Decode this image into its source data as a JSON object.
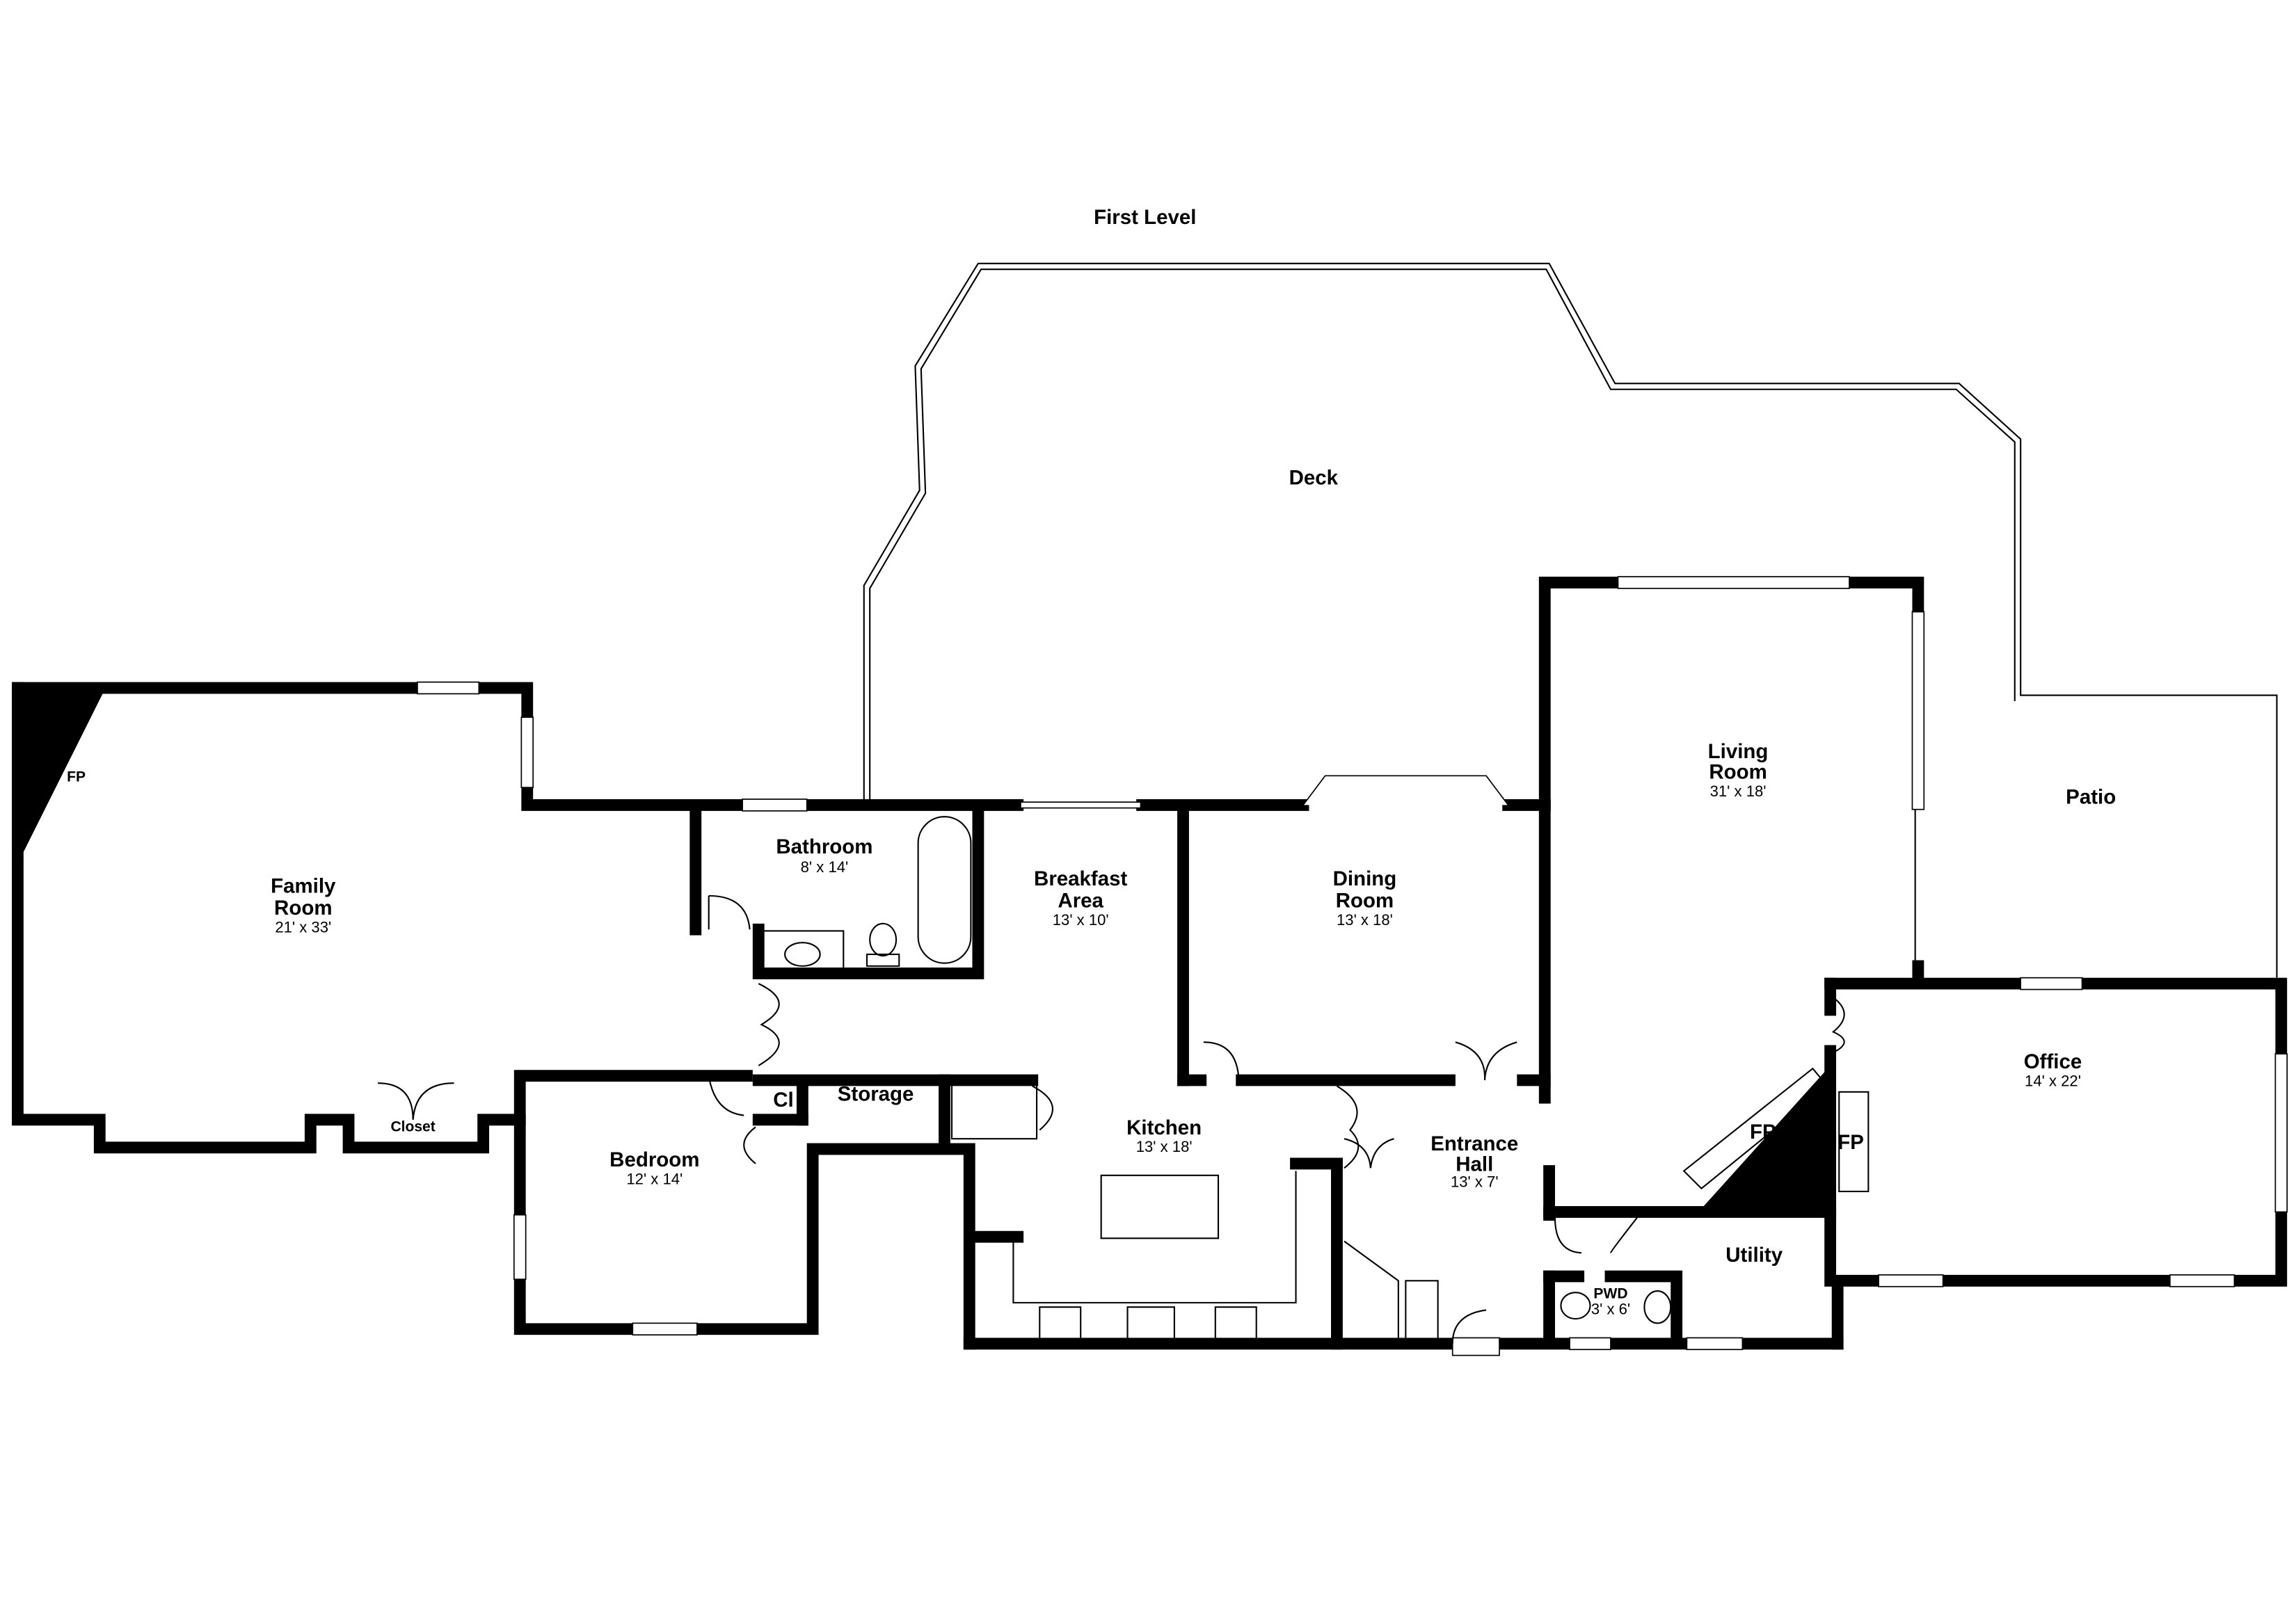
{
  "title": "First Level",
  "rooms": {
    "deck": {
      "name": "Deck"
    },
    "patio": {
      "name": "Patio"
    },
    "family_room": {
      "name_line1": "Family",
      "name_line2": "Room",
      "size": "21' x 33'"
    },
    "bathroom": {
      "name": "Bathroom",
      "size": "8' x 14'"
    },
    "breakfast_area": {
      "name_line1": "Breakfast",
      "name_line2": "Area",
      "size": "13' x 10'"
    },
    "dining_room": {
      "name_line1": "Dining",
      "name_line2": "Room",
      "size": "13' x 18'"
    },
    "living_room": {
      "name_line1": "Living",
      "name_line2": "Room",
      "size": "31' x 18'"
    },
    "office": {
      "name": "Office",
      "size": "14' x 22'"
    },
    "kitchen": {
      "name": "Kitchen",
      "size": "13' x 18'"
    },
    "entrance_hall": {
      "name_line1": "Entrance",
      "name_line2": "Hall",
      "size": "13' x 7'"
    },
    "bedroom": {
      "name": "Bedroom",
      "size": "12' x 14'"
    },
    "storage": {
      "name": "Storage"
    },
    "closet_cl": {
      "name": "Cl"
    },
    "closet": {
      "name": "Closet"
    },
    "utility": {
      "name": "Utility"
    },
    "pwd": {
      "name": "PWD",
      "size": "3' x 6'"
    }
  },
  "fireplaces": {
    "family": "FP",
    "living": "FP",
    "office": "FP"
  }
}
